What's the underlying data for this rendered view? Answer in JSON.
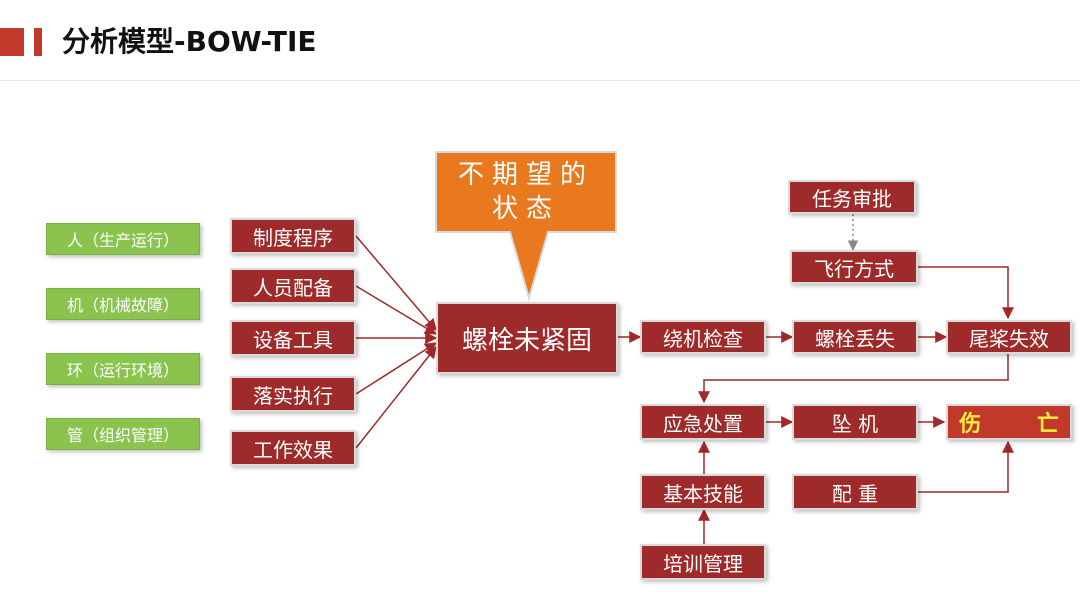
{
  "page": {
    "title": "分析模型-BOW-TIE"
  },
  "diagram": {
    "undesired_state": "不期望的\n状态",
    "center_event": "螺栓未紧固",
    "causes": [
      "人（生产运行）",
      "机（机械故障）",
      "环（运行环境）",
      "管（组织管理）"
    ],
    "barriers": [
      "制度程序",
      "人员配备",
      "设备工具",
      "落实执行",
      "工作效果"
    ],
    "top_flow": {
      "task_approval": "任务审批",
      "flight_mode": "飞行方式",
      "chain": [
        "绕机检查",
        "螺栓丢失",
        "尾桨失效"
      ]
    },
    "bottom_flow": {
      "emergency": "应急处置",
      "crash": "坠  机",
      "casualty": "伤  亡",
      "basic_skills": "基本技能",
      "training": "培训管理",
      "weight": "配  重"
    },
    "colors": {
      "cause_green": "#8ac44e",
      "box_red": "#9e2a2a",
      "callout_orange": "#e8791e",
      "arrow_red": "#a0282a",
      "casualty_text": "#ffef3a"
    }
  }
}
